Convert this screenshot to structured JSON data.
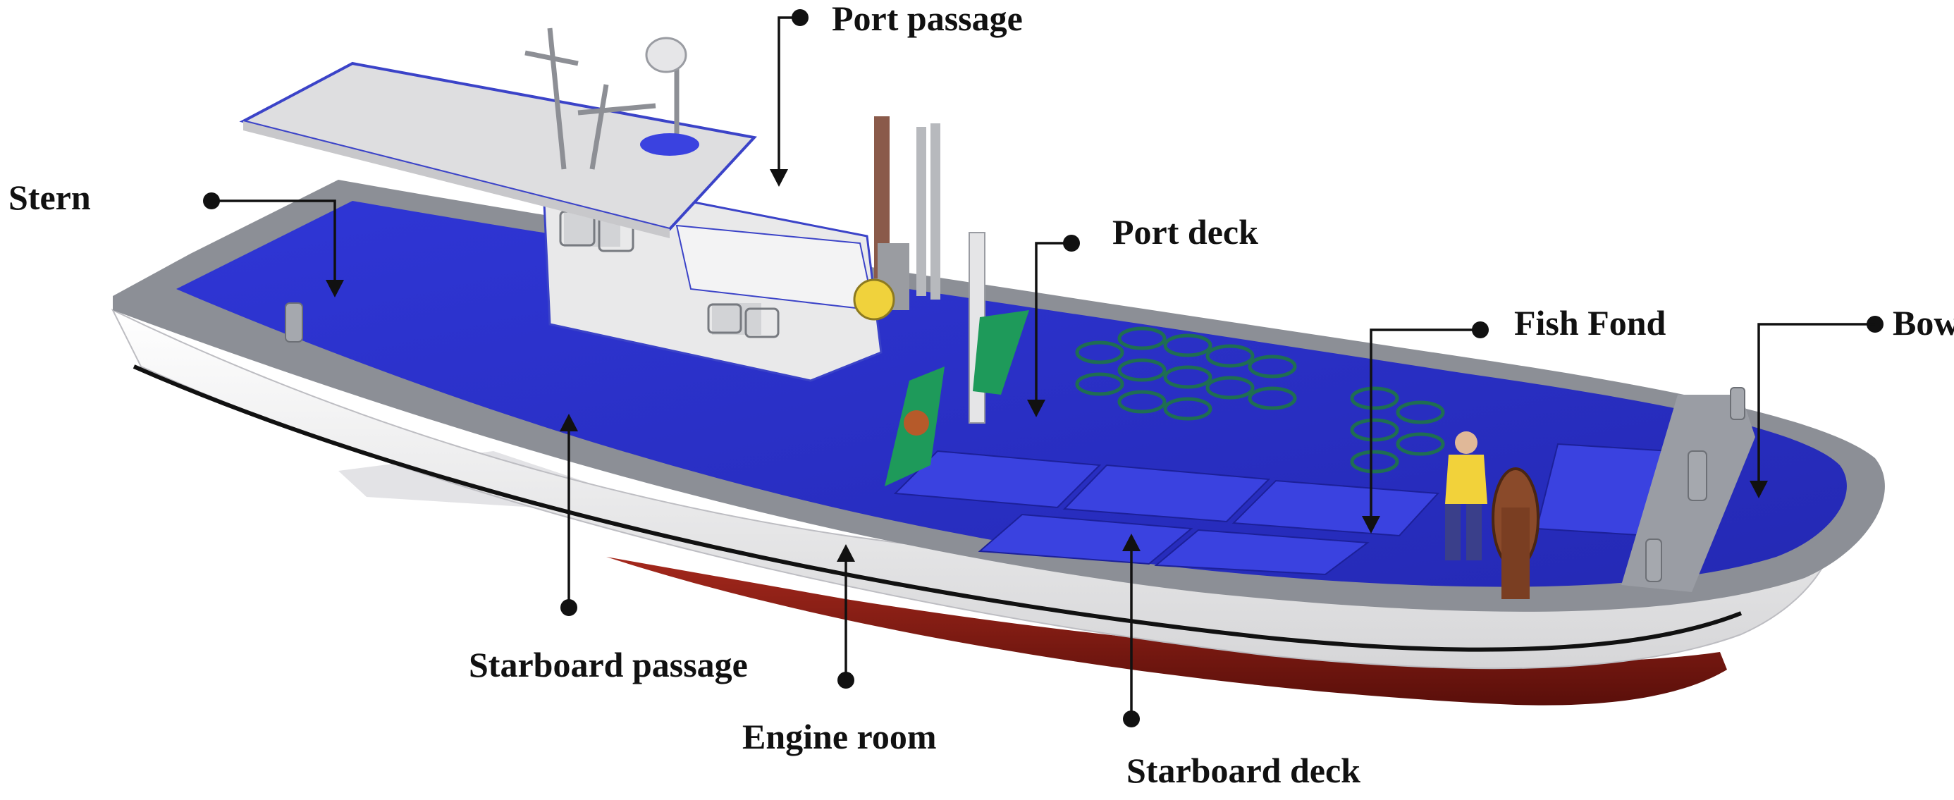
{
  "labels": {
    "port_passage": "Port passage",
    "stern": "Stern",
    "port_deck": "Port deck",
    "fish_fond": "Fish Fond",
    "bow": "Bow",
    "starboard_passage": "Starboard passage",
    "engine_room": "Engine room",
    "starboard_deck": "Starboard deck"
  },
  "colors": {
    "hull_white": "#f4f4f4",
    "deck_blue": "#2a2fc9",
    "gunwale_gray": "#8c8f96",
    "keel_red": "#8a1c14",
    "cabin_white": "#e9e9ea",
    "net_green": "#1f6e52",
    "crew_yellow": "#f2d23a"
  }
}
